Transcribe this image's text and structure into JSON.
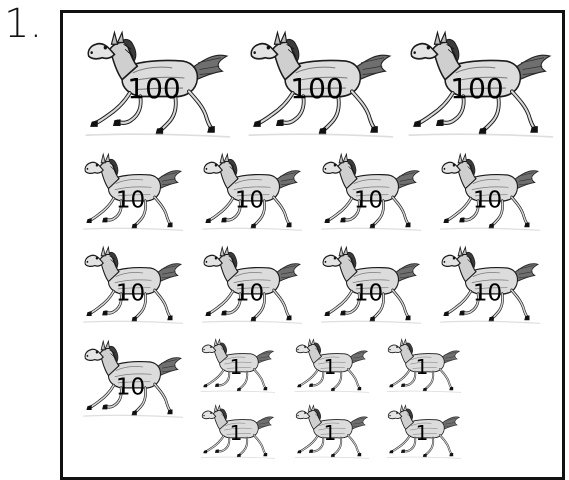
{
  "problem": {
    "number": "1."
  },
  "horses": {
    "hundreds": [
      "100",
      "100",
      "100"
    ],
    "tens": [
      "10",
      "10",
      "10",
      "10",
      "10",
      "10",
      "10",
      "10",
      "10"
    ],
    "ones": [
      "1",
      "1",
      "1",
      "1",
      "1",
      "1"
    ]
  },
  "horse_icon": "galloping-horse-icon"
}
